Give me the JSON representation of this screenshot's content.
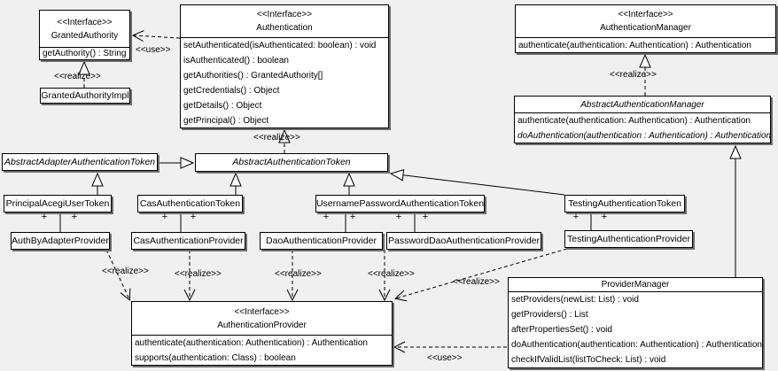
{
  "diagram": {
    "type": "uml-class-diagram",
    "background_color": "#f0f0f0",
    "box_fill": "#ffffff",
    "line_color": "#000000",
    "shadow_color": "#6e6e6e"
  },
  "edge_labels": {
    "use": "<<use>>",
    "realize": "<<realize>>",
    "plus": "+"
  },
  "classes": {
    "granted_authority": {
      "stereotype": "<<Interface>>",
      "name": "GrantedAuthority",
      "methods": [
        "getAuthority() : String"
      ]
    },
    "granted_authority_impl": {
      "name": "GrantedAuthorityImpl"
    },
    "authentication": {
      "stereotype": "<<Interface>>",
      "name": "Authentication",
      "methods": [
        "setAuthenticated(isAuthenticated: boolean) : void",
        "isAuthenticated() : boolean",
        "getAuthorities() : GrantedAuthority[]",
        "getCredentials() : Object",
        "getDetails() : Object",
        "getPrincipal() : Object"
      ]
    },
    "authentication_manager": {
      "stereotype": "<<Interface>>",
      "name": "AuthenticationManager",
      "methods": [
        "authenticate(authentication: Authentication) : Authentication"
      ]
    },
    "abstract_authentication_manager": {
      "name": "AbstractAuthenticationManager",
      "methods": [
        "authenticate(authentication: Authentication) : Authentication",
        "doAuthentication(authentication : Authentication) : Authentication"
      ]
    },
    "abstract_adapter_authentication_token": {
      "name": "AbstractAdapterAuthenticationToken"
    },
    "abstract_authentication_token": {
      "name": "AbstractAuthenticationToken"
    },
    "principal_acegi_user_token": {
      "name": "PrincipalAcegiUserToken"
    },
    "cas_authentication_token": {
      "name": "CasAuthenticationToken"
    },
    "username_password_authentication_token": {
      "name": "UsernamePasswordAuthenticationToken"
    },
    "testing_authentication_token": {
      "name": "TestingAuthenticationToken"
    },
    "auth_by_adapter_provider": {
      "name": "AuthByAdapterProvider"
    },
    "cas_authentication_provider": {
      "name": "CasAuthenticationProvider"
    },
    "dao_authentication_provider": {
      "name": "DaoAuthenticationProvider"
    },
    "password_dao_authentication_provider": {
      "name": "PasswordDaoAuthenticationProvider"
    },
    "testing_authentication_provider": {
      "name": "TestingAuthenticationProvider"
    },
    "authentication_provider": {
      "stereotype": "<<Interface>>",
      "name": "AuthenticationProvider",
      "methods": [
        "authenticate(authentication: Authentication) : Authentication",
        "supports(authentication: Class) : boolean"
      ]
    },
    "provider_manager": {
      "name": "ProviderManager",
      "methods": [
        "setProviders(newList: List) : void",
        "getProviders() : List",
        "afterPropertiesSet() : void",
        "doAuthentication(authentication: Authentication) : Authentication",
        "checkIfValidList(listToCheck: List) : void"
      ]
    }
  }
}
